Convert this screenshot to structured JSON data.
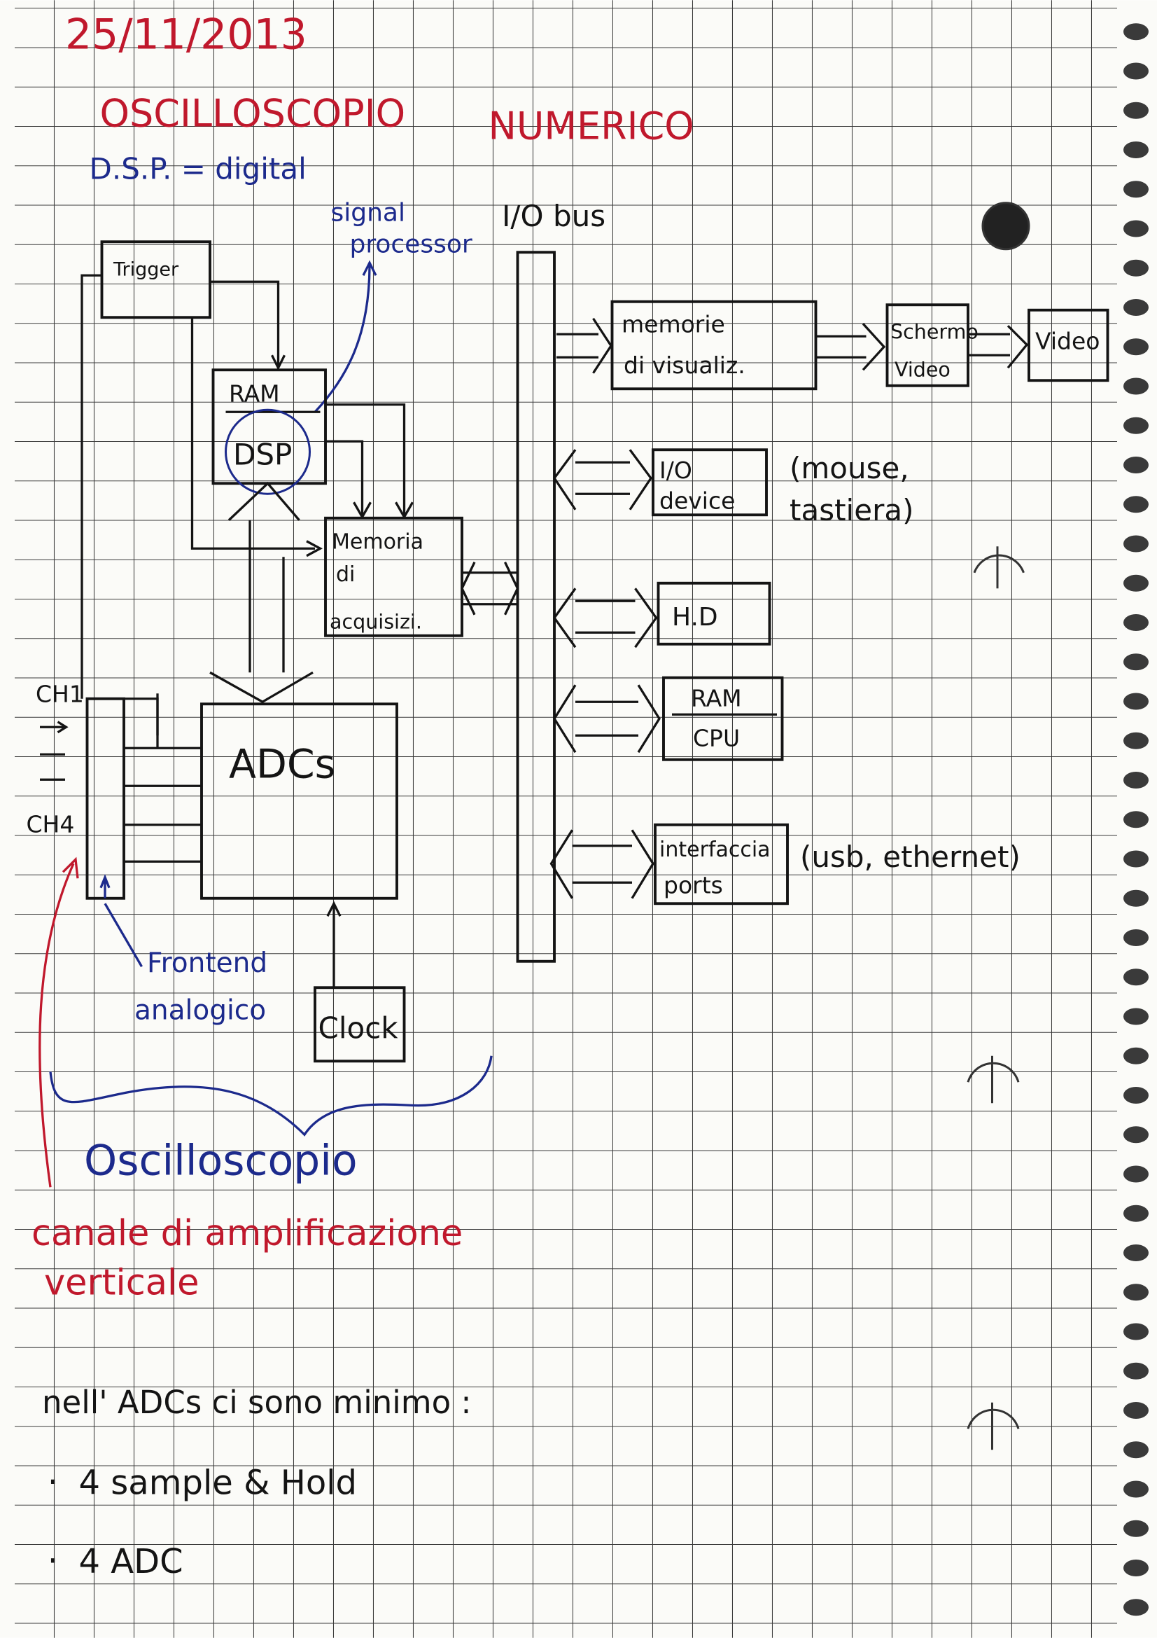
{
  "header": {
    "date": "25/11/2013",
    "title_part1": "OSCILLOSCOPIO",
    "title_part2": "NUMERICO"
  },
  "definition": {
    "line1": "D.S.P. = digital",
    "line2": "signal",
    "line3": "processor"
  },
  "diagram": {
    "bus_label": "I/O bus",
    "trigger": "Trigger",
    "ram": "RAM",
    "dsp": "DSP",
    "memoria_line1": "Memoria",
    "memoria_line2": "di",
    "memoria_line3": "acquisizi.",
    "adcs": "ADCs",
    "ch1": "CH1",
    "ch4": "CH4",
    "frontend_line1": "Frontend",
    "frontend_line2": "analogico",
    "clock": "Clock",
    "memorie_line1": "memorie",
    "memorie_line2": "di visualiz.",
    "schermo_line1": "Schermo",
    "schermo_line2": "Video",
    "video": "Video",
    "io_device_line1": "I/O",
    "io_device_line2": "device",
    "io_note_line1": "(mouse,",
    "io_note_line2": "tastiera)",
    "hd": "H.D",
    "ram_cpu_line1": "RAM",
    "ram_cpu_line2": "CPU",
    "ports_line1": "interfaccia",
    "ports_line2": "ports",
    "ports_note": "(usb, ethernet)",
    "brace_label": "Oscilloscopio",
    "red_note_line1": "canale di amplificazione",
    "red_note_line2": "verticale"
  },
  "notes": {
    "intro": "nell' ADCs ci sono minimo :",
    "items": [
      "4   sample & Hold",
      "4   ADC"
    ],
    "bullet": "·"
  }
}
